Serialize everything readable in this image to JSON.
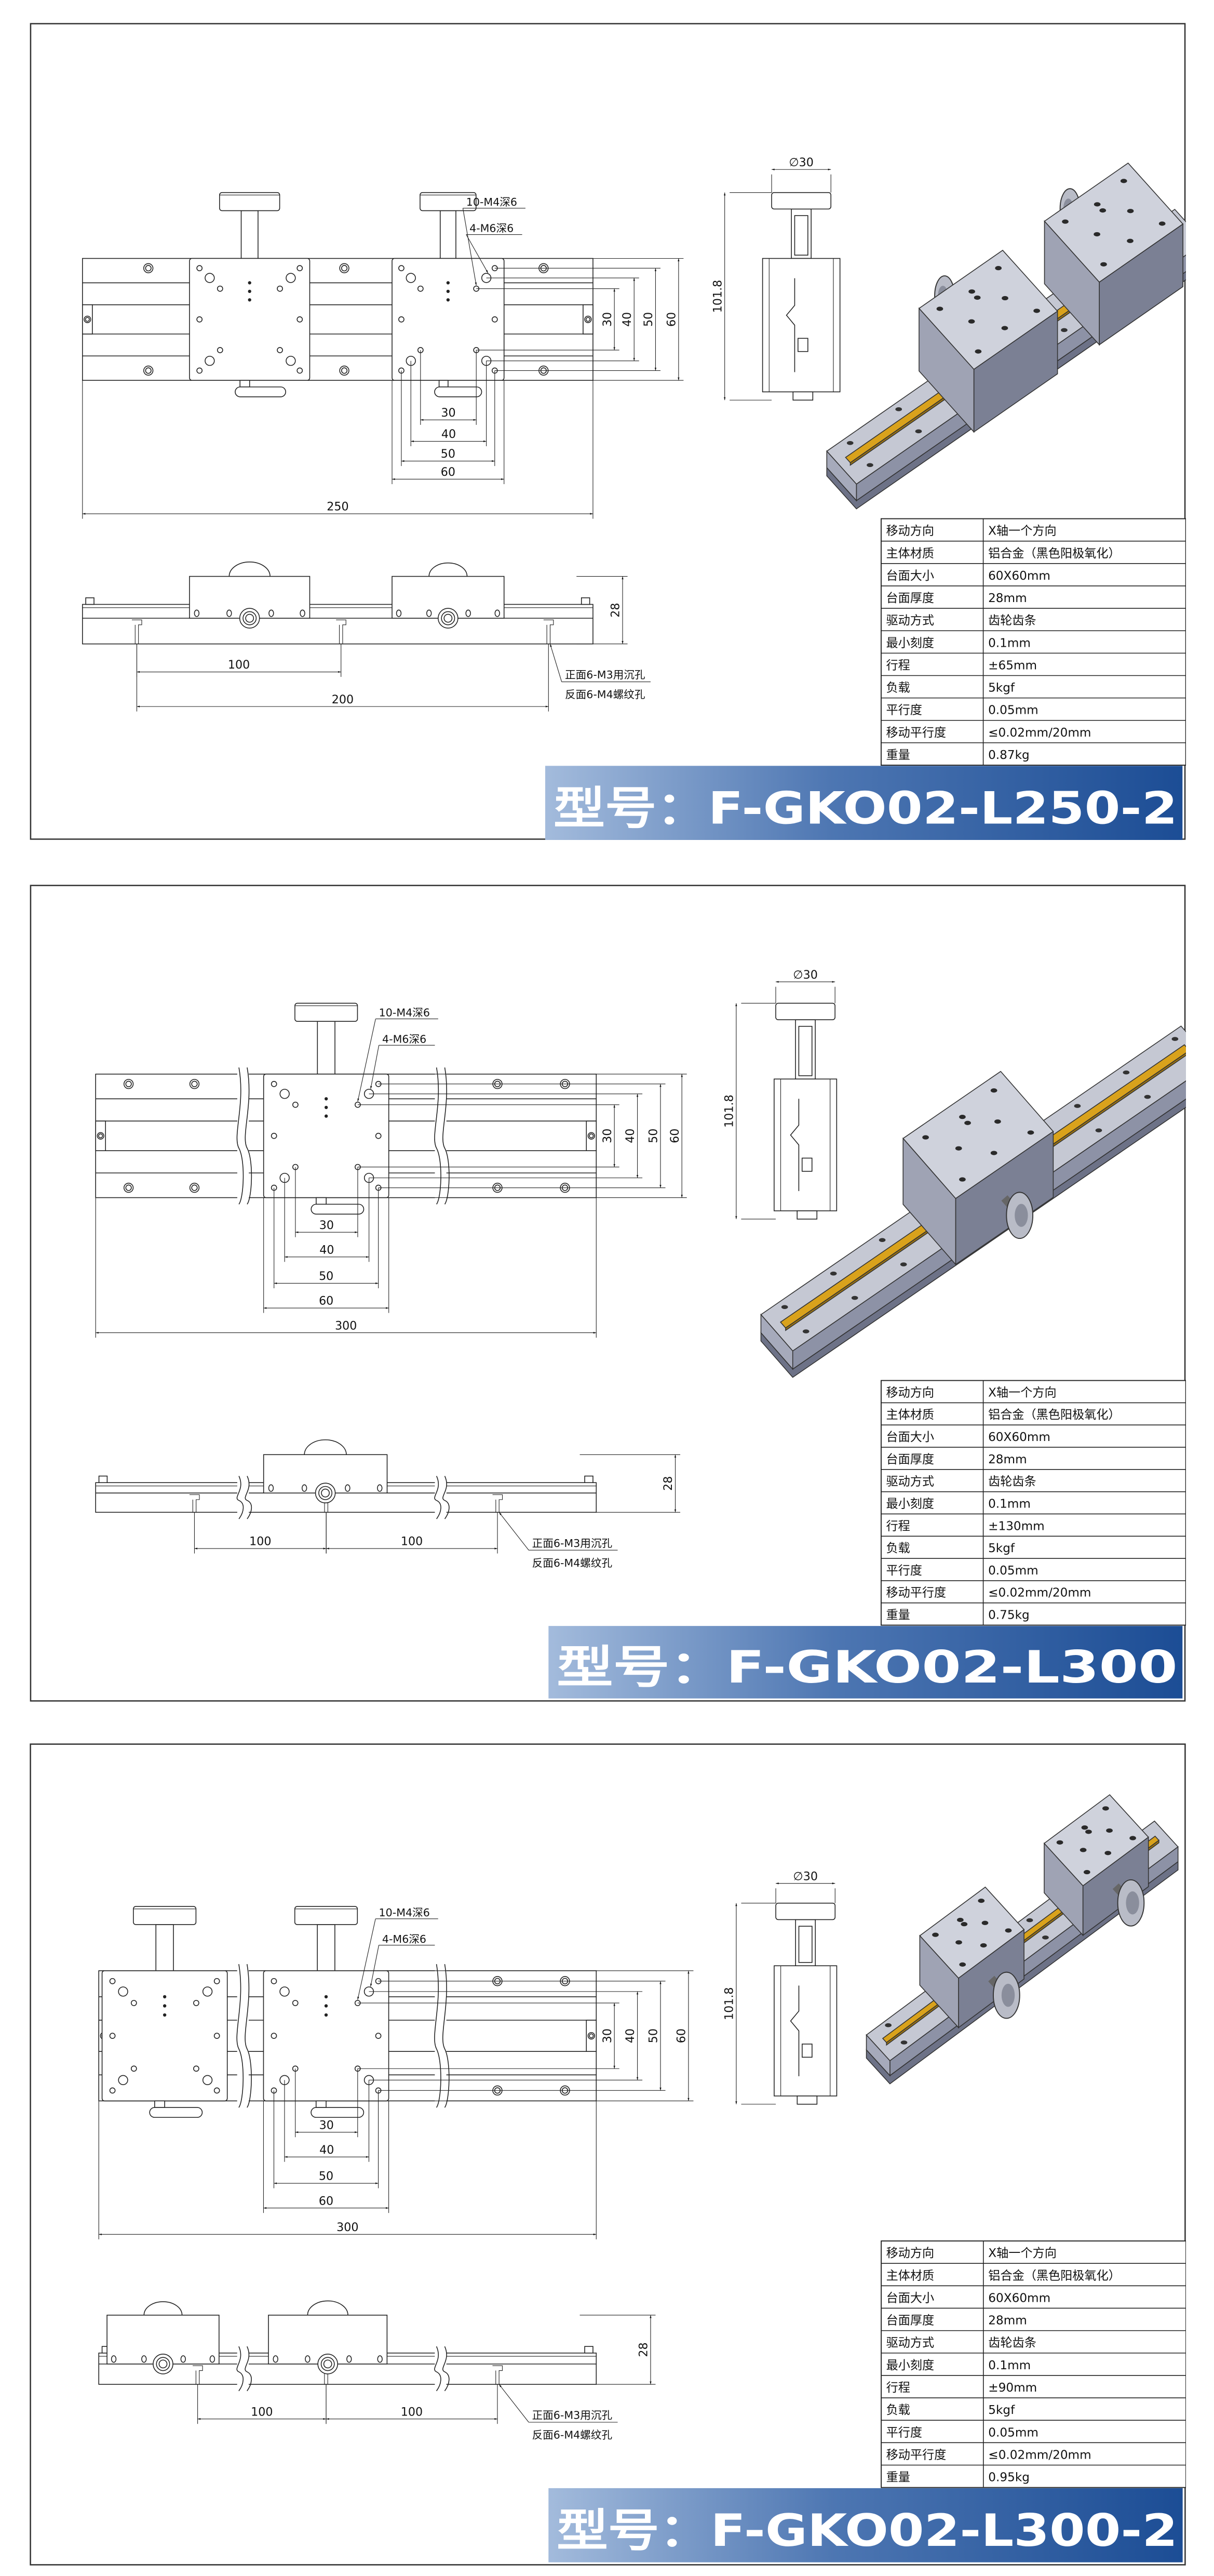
{
  "panels": [
    {
      "model_title": "型号：F-GKO02-L250-2",
      "specs": [
        {
          "label": "移动方向",
          "value": "X轴一个方向"
        },
        {
          "label": "主体材质",
          "value": "铝合金（黑色阳极氧化）"
        },
        {
          "label": "台面大小",
          "value": "60X60mm"
        },
        {
          "label": "台面厚度",
          "value": "28mm"
        },
        {
          "label": "驱动方式",
          "value": "齿轮齿条"
        },
        {
          "label": "最小刻度",
          "value": "0.1mm"
        },
        {
          "label": "行程",
          "value": "±65mm"
        },
        {
          "label": "负载",
          "value": "5kgf"
        },
        {
          "label": "平行度",
          "value": "0.05mm"
        },
        {
          "label": "移动平行度",
          "value": "≤0.02mm/20mm"
        },
        {
          "label": "重量",
          "value": "0.87kg"
        }
      ],
      "top_view": {
        "callout_m4": "10-M4深6",
        "callout_m6": "4-M6深6",
        "dims_h": [
          "30",
          "40",
          "50",
          "60"
        ],
        "dims_v": [
          "30",
          "40",
          "50",
          "60"
        ],
        "overall": "250"
      },
      "side_view": {
        "height": "28",
        "dims": [
          "100",
          "200"
        ],
        "note_front": "正面6-M3用沉孔",
        "note_back": "反面6-M4螺纹孔"
      },
      "end_view": {
        "diameter": "∅30",
        "height": "101.8"
      }
    },
    {
      "model_title": "型号：F-GKO02-L300",
      "specs": [
        {
          "label": "移动方向",
          "value": "X轴一个方向"
        },
        {
          "label": "主体材质",
          "value": "铝合金（黑色阳极氧化）"
        },
        {
          "label": "台面大小",
          "value": "60X60mm"
        },
        {
          "label": "台面厚度",
          "value": "28mm"
        },
        {
          "label": "驱动方式",
          "value": "齿轮齿条"
        },
        {
          "label": "最小刻度",
          "value": "0.1mm"
        },
        {
          "label": "行程",
          "value": "±130mm"
        },
        {
          "label": "负载",
          "value": "5kgf"
        },
        {
          "label": "平行度",
          "value": "0.05mm"
        },
        {
          "label": "移动平行度",
          "value": "≤0.02mm/20mm"
        },
        {
          "label": "重量",
          "value": "0.75kg"
        }
      ],
      "top_view": {
        "callout_m4": "10-M4深6",
        "callout_m6": "4-M6深6",
        "dims_h": [
          "30",
          "40",
          "50",
          "60"
        ],
        "dims_v": [
          "30",
          "40",
          "50",
          "60"
        ],
        "overall": "300"
      },
      "side_view": {
        "height": "28",
        "dims": [
          "100",
          "100"
        ],
        "note_front": "正面6-M3用沉孔",
        "note_back": "反面6-M4螺纹孔"
      },
      "end_view": {
        "diameter": "∅30",
        "height": "101.8"
      }
    },
    {
      "model_title": "型号：F-GKO02-L300-2",
      "specs": [
        {
          "label": "移动方向",
          "value": "X轴一个方向"
        },
        {
          "label": "主体材质",
          "value": "铝合金（黑色阳极氧化）"
        },
        {
          "label": "台面大小",
          "value": "60X60mm"
        },
        {
          "label": "台面厚度",
          "value": "28mm"
        },
        {
          "label": "驱动方式",
          "value": "齿轮齿条"
        },
        {
          "label": "最小刻度",
          "value": "0.1mm"
        },
        {
          "label": "行程",
          "value": "±90mm"
        },
        {
          "label": "负载",
          "value": "5kgf"
        },
        {
          "label": "平行度",
          "value": "0.05mm"
        },
        {
          "label": "移动平行度",
          "value": "≤0.02mm/20mm"
        },
        {
          "label": "重量",
          "value": "0.95kg"
        }
      ],
      "top_view": {
        "callout_m4": "10-M4深6",
        "callout_m6": "4-M6深6",
        "dims_h": [
          "30",
          "40",
          "50",
          "60"
        ],
        "dims_v": [
          "30",
          "40",
          "50",
          "60"
        ],
        "overall": "300"
      },
      "side_view": {
        "height": "28",
        "dims": [
          "100",
          "100"
        ],
        "note_front": "正面6-M3用沉孔",
        "note_back": "反面6-M4螺纹孔"
      },
      "end_view": {
        "diameter": "∅30",
        "height": "101.8"
      }
    }
  ],
  "colors": {
    "banner_light": "#a3bbdc",
    "banner_dark": "#1c4d95",
    "gold_strip": "#d9a21c",
    "metal": "#c5c8d3"
  }
}
